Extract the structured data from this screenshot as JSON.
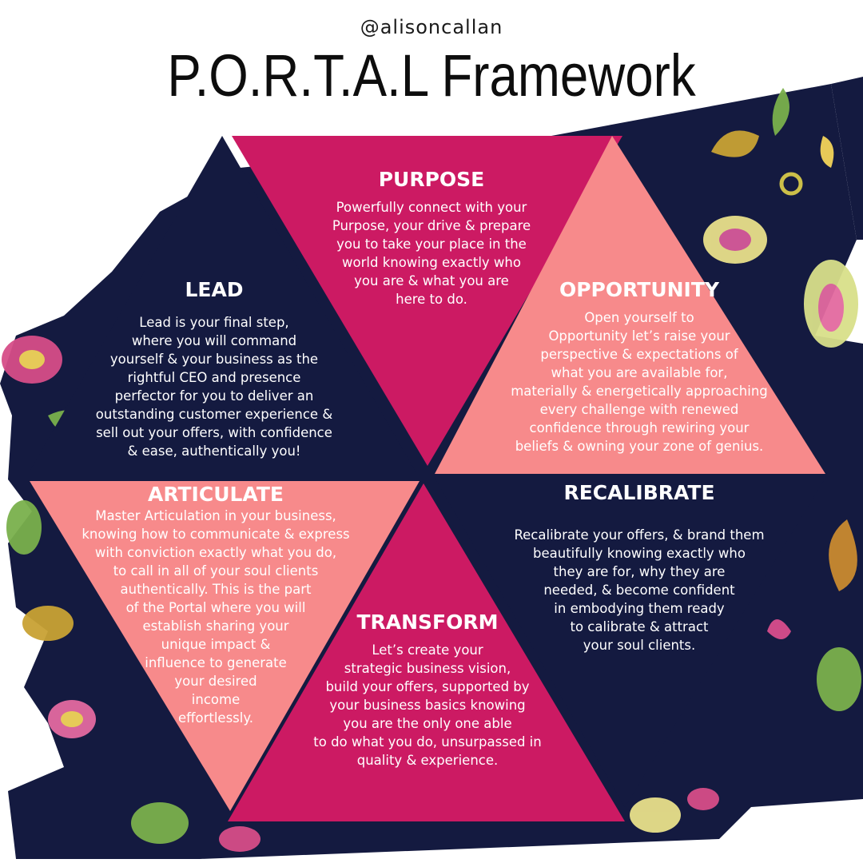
{
  "handle": "@alisoncallan",
  "title": "P.O.R.T.A.L Framework",
  "colors": {
    "navy": "#141a40",
    "magenta": "#cc1a63",
    "salmon": "#f78a8b",
    "paisley_background": "#141a40"
  },
  "segments": {
    "purpose": {
      "heading": "PURPOSE",
      "body": "Powerfully connect with your\nPurpose, your drive & prepare\nyou to take your place in the\nworld knowing exactly who\nyou are & what you are\nhere to do."
    },
    "opportunity": {
      "heading": "OPPORTUNITY",
      "body": "Open yourself to\nOpportunity let’s raise your\nperspective & expectations of\nwhat you are available for,\nmaterially & energetically approaching\nevery challenge with renewed\nconfidence through rewiring your\nbeliefs & owning your zone of genius."
    },
    "recalibrate": {
      "heading": "RECALIBRATE",
      "body": "Recalibrate your offers, & brand them\nbeautifully knowing exactly who\nthey are for, why they are\nneeded, & become confident\nin embodying them ready\nto calibrate & attract\nyour soul clients."
    },
    "transform": {
      "heading": "TRANSFORM",
      "body": "Let’s create your\nstrategic business vision,\nbuild your offers, supported by\nyour business basics knowing\nyou are the only one able\nto do what you do, unsurpassed in\nquality & experience."
    },
    "articulate": {
      "heading": "ARTICULATE",
      "body": "Master Articulation in your business,\nknowing how to communicate & express\nwith conviction exactly what you do,\nto call in all of your soul clients\nauthentically.  This is the part\nof the Portal where you will\nestablish sharing your\nunique impact &\ninfluence to generate\nyour desired\nincome\neffortlessly."
    },
    "lead": {
      "heading": "LEAD",
      "body": "Lead is your final step,\nwhere you will command\nyourself & your business as the\nrightful CEO and presence\nperfector for you to deliver an\noutstanding customer experience &\nsell out your offers, with confidence\n& ease, authentically you!"
    }
  }
}
